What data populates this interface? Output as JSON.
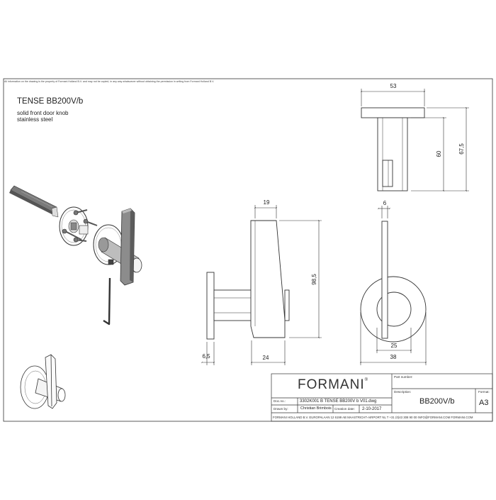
{
  "notice": "All information on the drawing is the property of Formani Holland B.V. and may not be copied, in any way whatsoever without obtaining the permission in writing from Formani Holland B.V.",
  "product": {
    "title": "TENSE BB200V/b",
    "line1": "solid front door knob",
    "line2": "stainless steel"
  },
  "dimensions": {
    "top_width": "53",
    "top_height_inner": "60",
    "top_height_outer": "67,5",
    "side_lever_width": "19",
    "side_total_height": "98,5",
    "side_rose_thickness": "6,5",
    "side_projection": "24",
    "front_lever_width": "6",
    "front_knob_diameter": "25",
    "front_rose_diameter": "38"
  },
  "title_block": {
    "brand": "FORMANI",
    "brand_mark": "®",
    "part_number_label": "Part number:",
    "part_number_value": "",
    "description_label": "Description:",
    "description_value": "BB200V/b",
    "format_label": "Format:",
    "format_value": "A3",
    "doc_no_label": "Doc.no.:",
    "doc_no_value": "3302K001 B TENSE BB200V b V01.dwg",
    "drawn_by_label": "Drawn by:",
    "drawn_by_value": "Christian Brimbois",
    "creation_date_label": "Creation date:",
    "creation_date_value": "2-10-2017",
    "footer": "FORMANI HOLLAND B.V.  EUROPALAAN 12  6199 AB MAASTRICHT-AIRPORT NL  T +31 (0)43 308 90 00 INFO@FORMANI.COM FORMANI.COM"
  },
  "colors": {
    "line": "#222222",
    "shade": "#6e6e6e"
  }
}
